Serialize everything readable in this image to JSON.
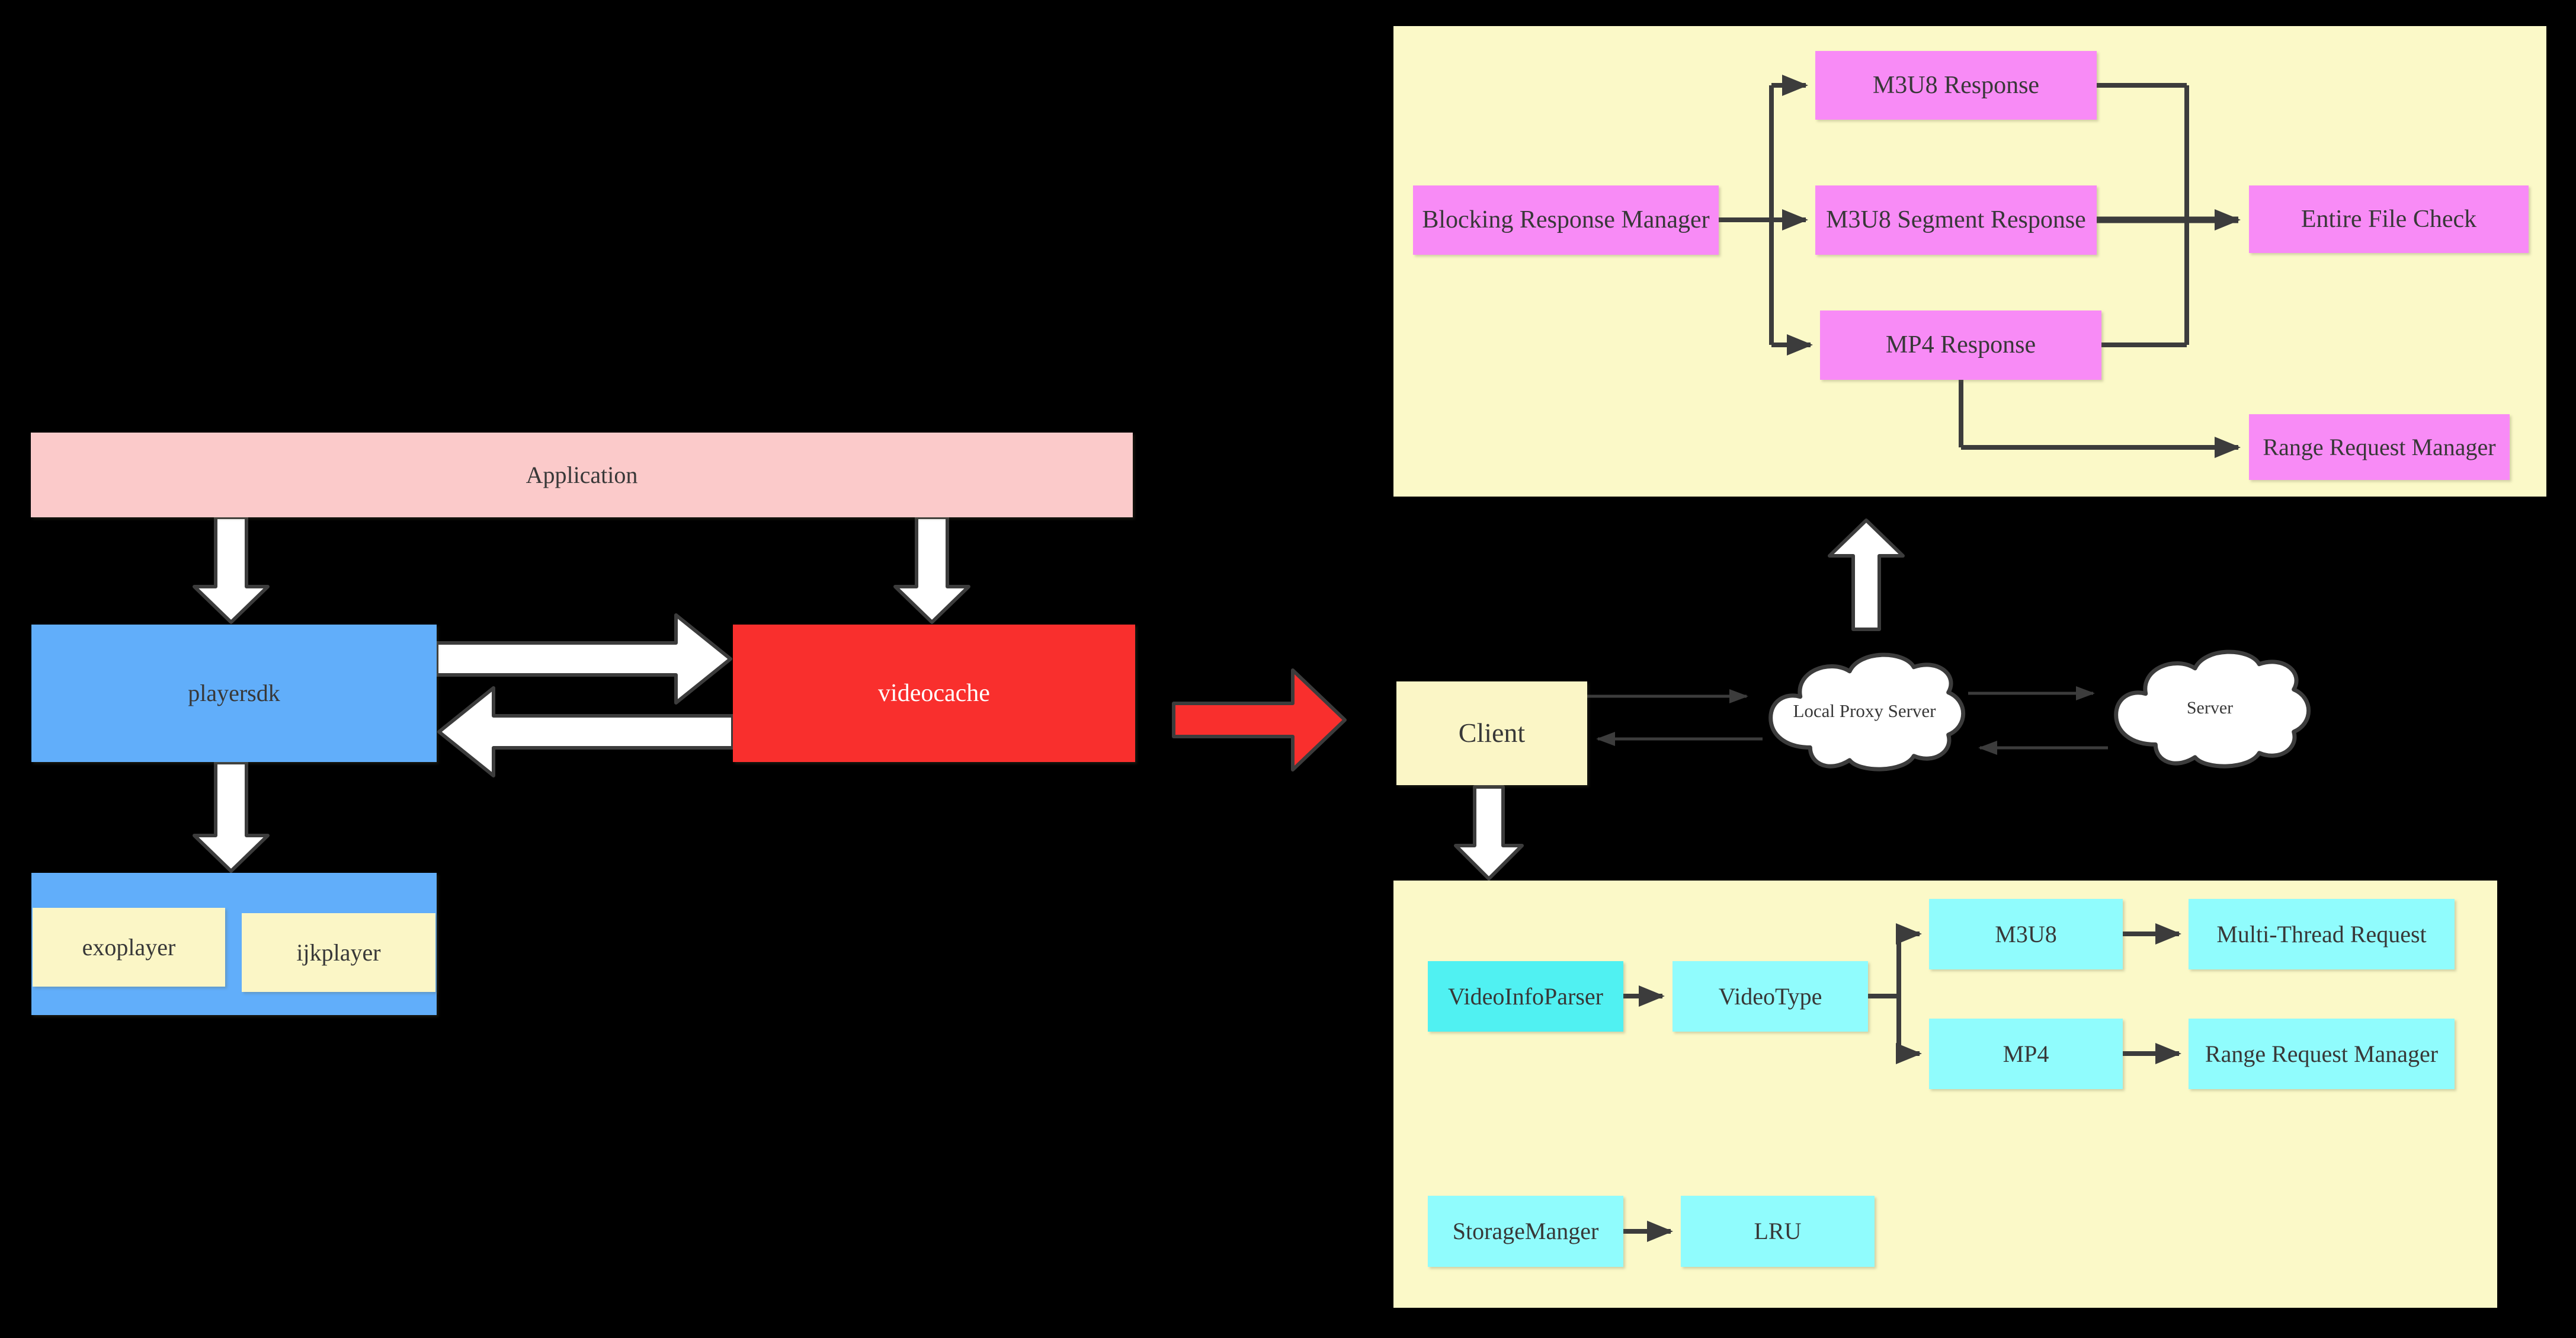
{
  "colors": {
    "background": "#000000",
    "panel_yellow": "#fbf9c8",
    "cream_yellow": "#fbf6c6",
    "pink": "#fbcaca",
    "blue": "#61aefa",
    "red": "#f92f2d",
    "magenta": "#f88bf6",
    "cyan": "#90fcfd",
    "cyan_dark": "#50f1f2",
    "cloud_white": "#ffffff",
    "line_dark": "#3c3c3c",
    "text_dark": "#383838",
    "text_light": "#ffffff"
  },
  "left_stack": {
    "application": "Application",
    "playersdk": "playersdk",
    "videocache": "videocache",
    "exoplayer": "exoplayer",
    "ijkplayer": "ijkplayer"
  },
  "response_panel": {
    "blocking_response_manager": "Blocking Response Manager",
    "m3u8_response": "M3U8 Response",
    "m3u8_segment_response": "M3U8 Segment Response",
    "mp4_response": "MP4 Response",
    "entire_file_check": "Entire File Check",
    "range_request_manager": "Range Request Manager"
  },
  "network": {
    "client": "Client",
    "local_proxy_server": "Local Proxy Server",
    "server": "Server"
  },
  "parser_panel": {
    "video_info_parser": "VideoInfoParser",
    "video_type": "VideoType",
    "m3u8": "M3U8",
    "multi_thread_request": "Multi-Thread Request",
    "mp4": "MP4",
    "range_request_manager": "Range Request Manager",
    "storage_manger": "StorageManger",
    "lru": "LRU"
  }
}
